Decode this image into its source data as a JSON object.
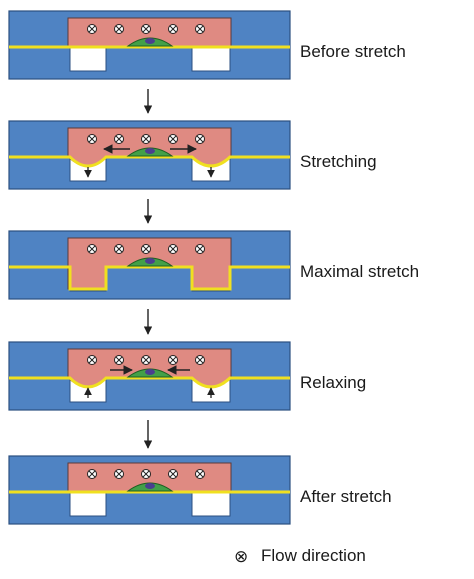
{
  "stages": [
    {
      "label": "Before stretch",
      "state": "before",
      "membrane": "flat",
      "cell_arrows": "none",
      "well_arrows": "none"
    },
    {
      "label": "Stretching",
      "state": "stretching",
      "membrane": "curving",
      "cell_arrows": "outward",
      "well_arrows": "down"
    },
    {
      "label": "Maximal stretch",
      "state": "maximal",
      "membrane": "fully-down",
      "cell_arrows": "none",
      "well_arrows": "none"
    },
    {
      "label": "Relaxing",
      "state": "relaxing",
      "membrane": "curving",
      "cell_arrows": "inward",
      "well_arrows": "up"
    },
    {
      "label": "After stretch",
      "state": "after",
      "membrane": "flat",
      "cell_arrows": "none",
      "well_arrows": "none"
    }
  ],
  "flow_markers_per_channel": 5,
  "legend": {
    "symbol": "⊗",
    "label": "Flow direction"
  },
  "colors": {
    "substrate": "#4f83c3",
    "substrate_edge": "#2b4f80",
    "channel": "#df8a82",
    "channel_edge": "#5b3a3a",
    "membrane": "#f0e020",
    "cell": "#43a048",
    "cell_edge": "#1e5e22",
    "nucleus": "#4a3f8f",
    "well": "#ffffff",
    "arrow": "#222222"
  }
}
